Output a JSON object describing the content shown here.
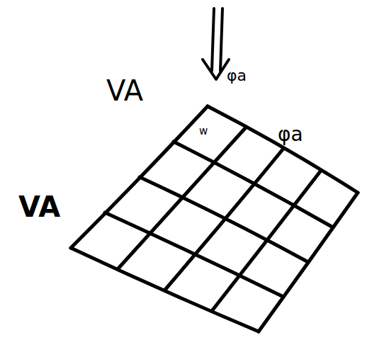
{
  "diagram": {
    "labels": [
      "VA",
      "φa",
      "φa",
      "w",
      "VA"
    ]
  }
}
